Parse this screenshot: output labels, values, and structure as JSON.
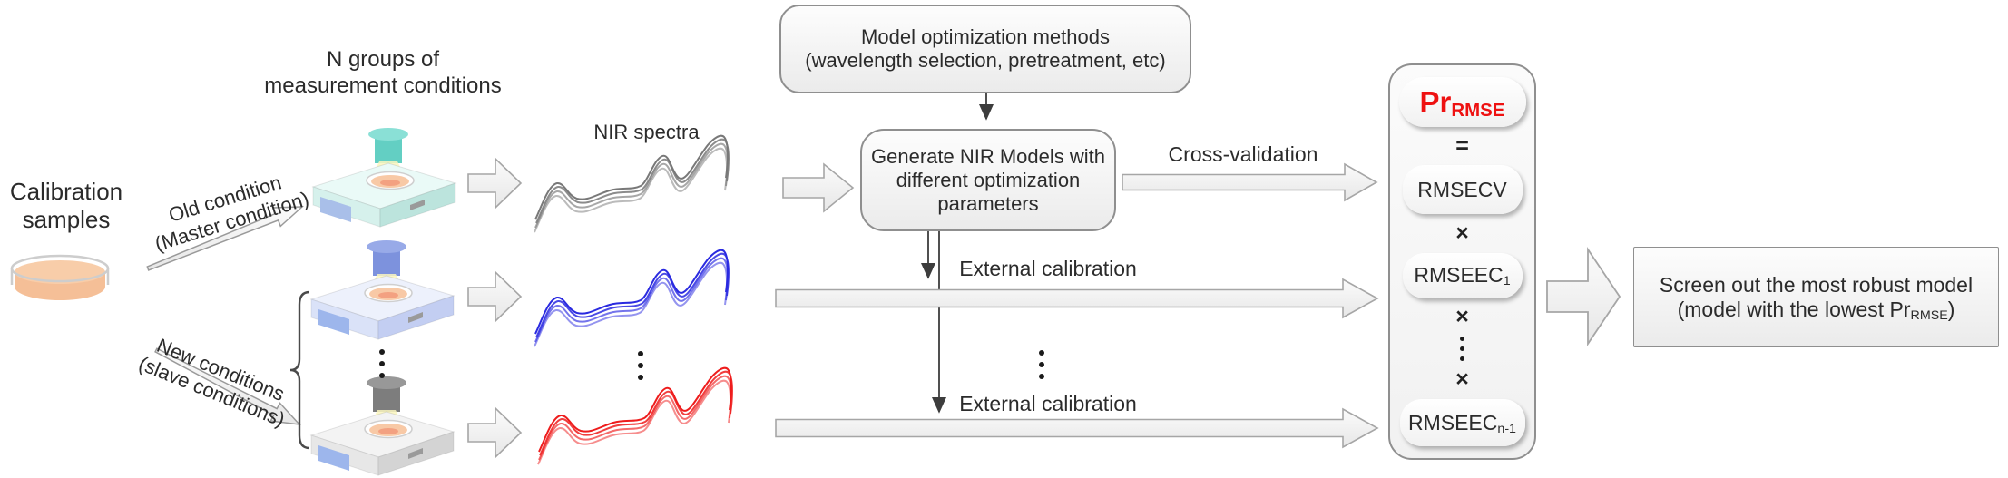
{
  "figure": {
    "calibration": {
      "line1": "Calibration",
      "line2": "samples"
    },
    "old_condition": {
      "line1": "Old condition",
      "line2": "(Master condition)"
    },
    "new_conditions": {
      "line1": "New conditions",
      "line2": "(slave conditions)"
    },
    "groups_label": {
      "line1": "N groups of",
      "line2": "measurement conditions"
    },
    "nir_spectra_label": "NIR spectra",
    "optimization_box": {
      "line1": "Model optimization methods",
      "line2": "(wavelength selection, pretreatment, etc)"
    },
    "generate_box": {
      "line1": "Generate NIR Models with",
      "line2": "different optimization",
      "line3": "parameters"
    },
    "cross_validation_label": "Cross-validation",
    "external_calibration_label_1": "External calibration",
    "external_calibration_label_2": "External calibration",
    "pr_box": {
      "pr": "Pr",
      "pr_sub": "RMSE",
      "equals": "=",
      "rmsecv": "RMSECV",
      "times": "×",
      "rmseec1": "RMSEEC",
      "rmseec1_sub": "1",
      "rmseec_n": "RMSEEC",
      "rmseec_n_sub": "n-1"
    },
    "final_box": {
      "line1": "Screen out the most robust model",
      "line2_pre": "(model with the lowest Pr",
      "line2_sub": "RMSE",
      "line2_post": ")"
    }
  },
  "icons": {
    "vertical_ellipsis": "⋮",
    "petri_dish": "petri-dish",
    "nir_instrument": "nir-spectrometer",
    "block_arrow": "right-block-arrow",
    "curly_brace": "{"
  },
  "colors": {
    "spectrum_gray": "#787878",
    "spectrum_blue": "#2a2ae0",
    "spectrum_red": "#ee1c1c",
    "pr_rmse_red": "#ee1111",
    "instrument_teal": "#63cfc3",
    "instrument_blue": "#7d92dd",
    "instrument_gray": "#7d7d7d",
    "sample_orange": "#f5bf97",
    "box_border_gray": "#8f8f8f"
  }
}
